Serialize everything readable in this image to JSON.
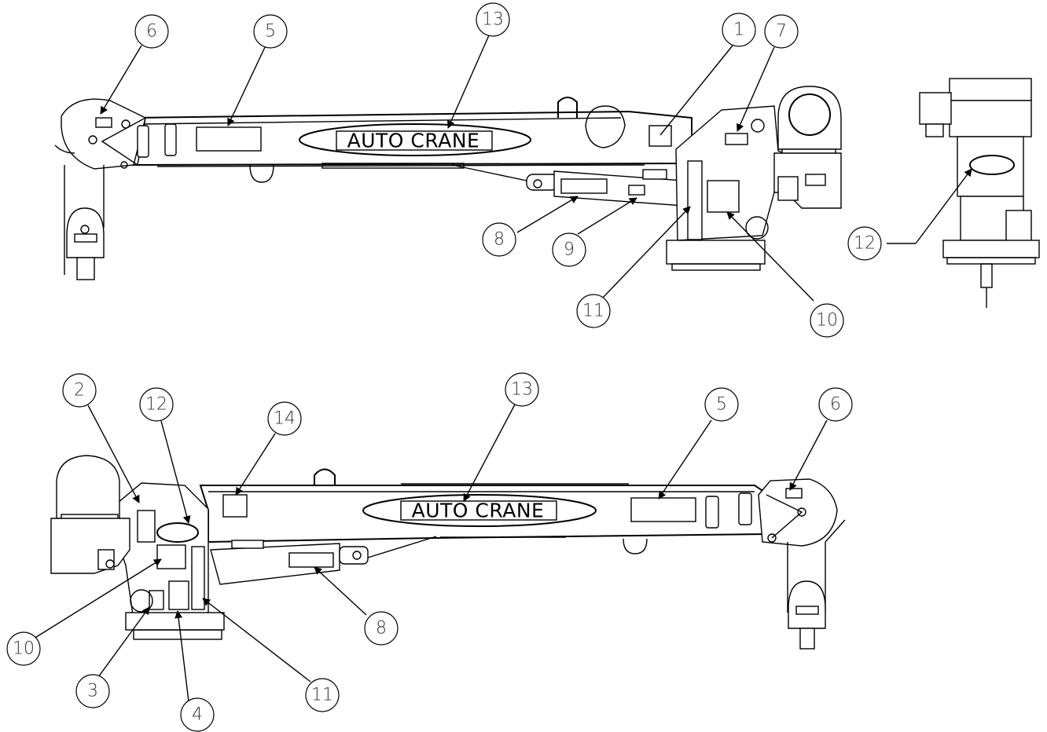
{
  "logo_text": "AUTO CRANE",
  "callouts": [
    {
      "id": "c1",
      "label": "1"
    },
    {
      "id": "c2",
      "label": "2"
    },
    {
      "id": "c3",
      "label": "3"
    },
    {
      "id": "c4",
      "label": "4"
    },
    {
      "id": "c5a",
      "label": "5"
    },
    {
      "id": "c5b",
      "label": "5"
    },
    {
      "id": "c6a",
      "label": "6"
    },
    {
      "id": "c6b",
      "label": "6"
    },
    {
      "id": "c7",
      "label": "7"
    },
    {
      "id": "c8a",
      "label": "8"
    },
    {
      "id": "c8b",
      "label": "8"
    },
    {
      "id": "c9",
      "label": "9"
    },
    {
      "id": "c10a",
      "label": "10"
    },
    {
      "id": "c10b",
      "label": "10"
    },
    {
      "id": "c11a",
      "label": "11"
    },
    {
      "id": "c11b",
      "label": "11"
    },
    {
      "id": "c12a",
      "label": "12"
    },
    {
      "id": "c12b",
      "label": "12"
    },
    {
      "id": "c13a",
      "label": "13"
    },
    {
      "id": "c13b",
      "label": "13"
    },
    {
      "id": "c14",
      "label": "14"
    }
  ]
}
